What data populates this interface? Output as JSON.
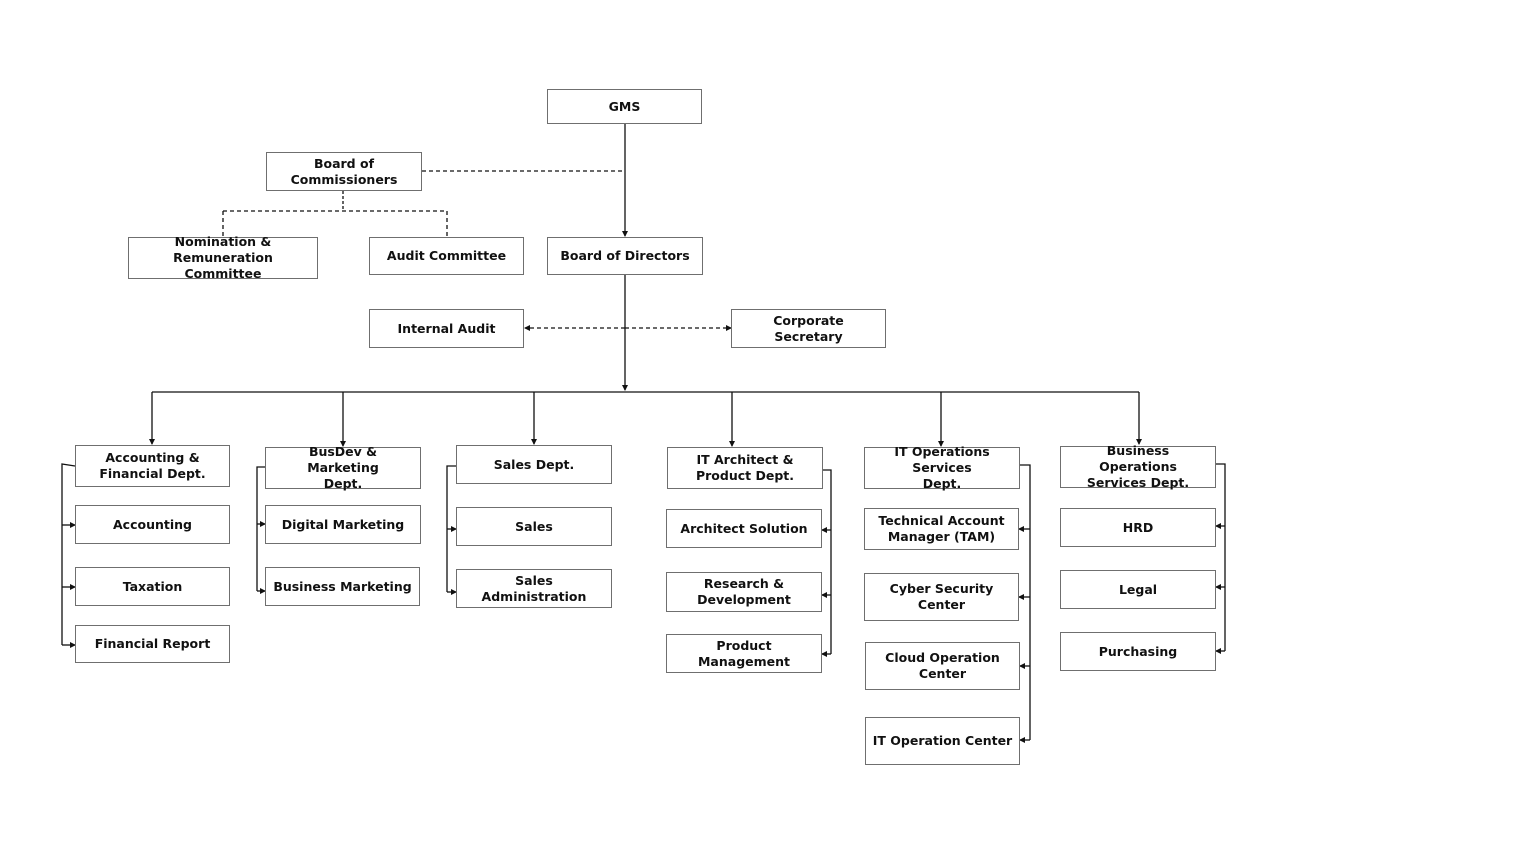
{
  "colors": {
    "line": "#111111",
    "box_border": "#6f6f6f",
    "text": "#111111",
    "background": "#ffffff"
  },
  "org": {
    "gms": "GMS",
    "board_of_commissioners": "Board of Commissioners",
    "nomination_remuneration": "Nomination & Remuneration\nCommittee",
    "audit_committee": "Audit Committee",
    "board_of_directors": "Board of Directors",
    "internal_audit": "Internal Audit",
    "corporate_secretary": "Corporate Secretary",
    "departments": [
      {
        "name": "Accounting &\nFinancial Dept.",
        "units": [
          "Accounting",
          "Taxation",
          "Financial Report"
        ]
      },
      {
        "name": "BusDev & Marketing\nDept.",
        "units": [
          "Digital Marketing",
          "Business Marketing"
        ]
      },
      {
        "name": "Sales Dept.",
        "units": [
          "Sales",
          "Sales Administration"
        ]
      },
      {
        "name": "IT Architect &\nProduct Dept.",
        "units": [
          "Architect Solution",
          "Research & Development",
          "Product Management"
        ]
      },
      {
        "name": "IT Operations Services\nDept.",
        "units": [
          "Technical Account\nManager (TAM)",
          "Cyber Security Center",
          "Cloud Operation Center",
          "IT Operation Center"
        ]
      },
      {
        "name": "Business Operations\nServices Dept.",
        "units": [
          "HRD",
          "Legal",
          "Purchasing"
        ]
      }
    ]
  }
}
